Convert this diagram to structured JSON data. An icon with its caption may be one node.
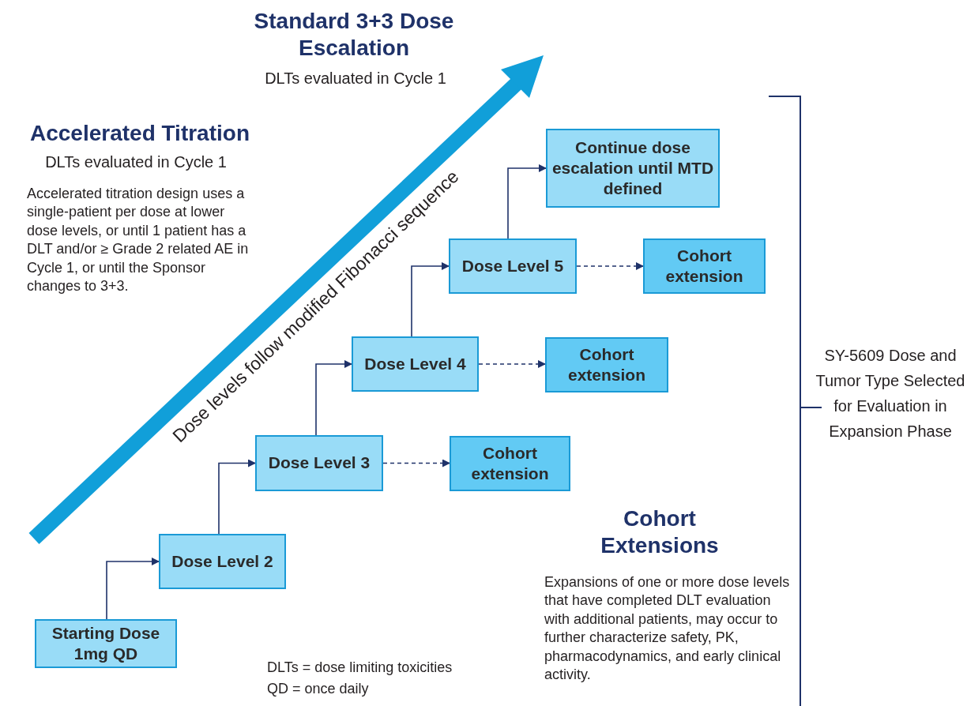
{
  "diagram": {
    "nodes": [
      {
        "text": [
          "Starting Dose 1mg QD"
        ]
      },
      {
        "text": [
          "Dose Level 2"
        ]
      },
      {
        "text": [
          "Dose Level 3"
        ]
      },
      {
        "text": [
          "Dose Level 4"
        ]
      },
      {
        "text": [
          "Dose Level 5"
        ]
      },
      {
        "text": [
          "Continue dose escalation until MTD defined"
        ]
      },
      {
        "text": [
          "Cohort extension"
        ]
      },
      {
        "text": [
          "Cohort extension"
        ]
      },
      {
        "text": [
          "Cohort extension"
        ]
      }
    ],
    "edges": [
      {
        "from": 0,
        "to": 1,
        "arrow": "to"
      },
      {
        "from": 1,
        "to": 2,
        "arrow": "to"
      },
      {
        "from": 2,
        "to": 3,
        "arrow": "to"
      },
      {
        "from": 3,
        "to": 4,
        "arrow": "to"
      },
      {
        "from": 4,
        "to": 5,
        "arrow": "to"
      },
      {
        "from": 2,
        "to": 6,
        "arrow": "to",
        "style": "dashed"
      },
      {
        "from": 3,
        "to": 7,
        "arrow": "to",
        "style": "dashed"
      },
      {
        "from": 4,
        "to": 8,
        "arrow": "to",
        "style": "dashed"
      }
    ],
    "labels": [
      "Standard 3+3 Dose Escalation",
      "DLTs evaluated in Cycle 1",
      "Accelerated Titration",
      "DLTs evaluated in Cycle 1",
      "Accelerated titration design uses a single-patient per dose at lower dose levels, or until 1 patient has a DLT and/or ≥ Grade 2 related AE in Cycle 1, or until the Sponsor changes to 3+3.",
      "Dose levels follow modified Fibonacci sequence",
      "SY-5609 Dose and Tumor Type Selected for Evaluation in Expansion Phase",
      "Cohort Extensions",
      "Expansions of one or more dose levels that have completed DLT evaluation with additional patients, may occur to further characterize safety, PK, pharmacodynamics, and early clinical activity.",
      "DLTs = dose limiting toxicities",
      "QD = once daily"
    ]
  }
}
